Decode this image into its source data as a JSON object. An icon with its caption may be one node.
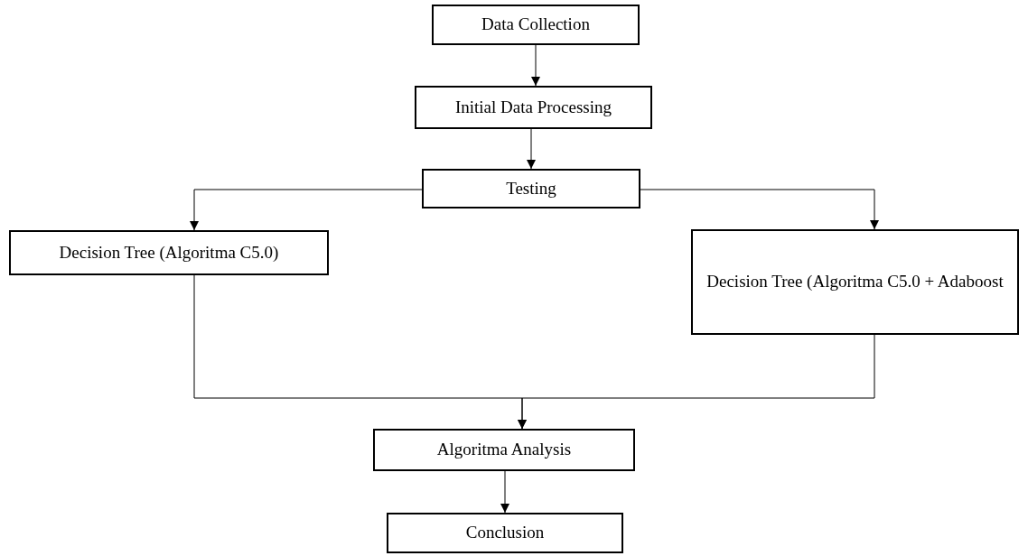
{
  "diagram": {
    "nodes": [
      {
        "text": [
          "Data Collection"
        ]
      },
      {
        "text": [
          "Initial Data Processing"
        ]
      },
      {
        "text": [
          "Testing"
        ]
      },
      {
        "text": [
          "Decision Tree (Algoritma C5.0)"
        ]
      },
      {
        "text": [
          "Decision Tree (Algoritma C5.0 + Adaboost"
        ]
      },
      {
        "text": [
          "Algoritma Analysis"
        ]
      },
      {
        "text": [
          "Conclusion"
        ]
      }
    ],
    "edges": [
      {
        "from": 0,
        "to": 1,
        "arrow": "to"
      },
      {
        "from": 1,
        "to": 2,
        "arrow": "to"
      },
      {
        "from": 2,
        "to": 3,
        "arrow": "to"
      },
      {
        "from": 2,
        "to": 4,
        "arrow": "to"
      },
      {
        "from": 3,
        "to": 5,
        "arrow": "to"
      },
      {
        "from": 4,
        "to": 5,
        "arrow": "to"
      },
      {
        "from": 5,
        "to": 6,
        "arrow": "to"
      }
    ]
  }
}
